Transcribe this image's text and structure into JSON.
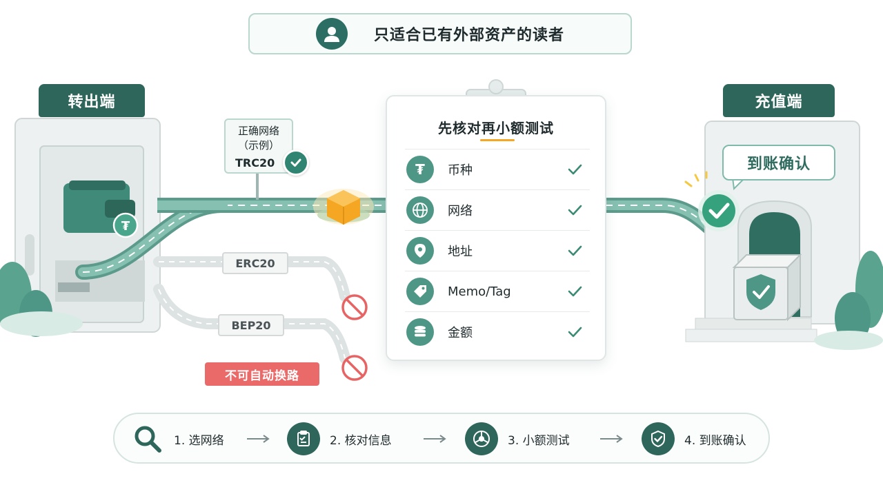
{
  "banner": {
    "text": "只适合已有外部资产的读者",
    "icon": "user-avatar-icon"
  },
  "sender": {
    "label": "转出端",
    "wallet_icon": "wallet-icon",
    "token_icon": "tether-icon"
  },
  "receiver": {
    "label": "充值端",
    "arrival_label": "到账确认",
    "vault_icon": "shield-check-icon"
  },
  "network_label": {
    "line1": "正确网络",
    "line2": "（示例）",
    "value": "TRC20",
    "status_icon": "check-circle-icon"
  },
  "wrong_networks": [
    {
      "label": "ERC20",
      "status_icon": "no-entry-icon"
    },
    {
      "label": "BEP20",
      "status_icon": "no-entry-icon"
    }
  ],
  "warning": "不可自动换路",
  "checklist": {
    "title": "先核对再小额测试",
    "items": [
      {
        "label": "币种",
        "icon": "tether-icon"
      },
      {
        "label": "网络",
        "icon": "globe-icon"
      },
      {
        "label": "地址",
        "icon": "location-pin-icon"
      },
      {
        "label": "Memo/Tag",
        "icon": "tag-icon"
      },
      {
        "label": "金额",
        "icon": "coins-stack-icon"
      }
    ]
  },
  "steps": [
    {
      "label": "1. 选网络",
      "icon": "search-icon"
    },
    {
      "label": "2. 核对信息",
      "icon": "clipboard-check-icon"
    },
    {
      "label": "3. 小额测试",
      "icon": "test-dial-icon"
    },
    {
      "label": "4. 到账确认",
      "icon": "shield-check-icon"
    }
  ],
  "colors": {
    "primary": "#2f665c",
    "accent_green": "#4e9686",
    "track": "#6fa89a",
    "warning_red": "#ea6a6a",
    "package_orange": "#f5a623"
  }
}
